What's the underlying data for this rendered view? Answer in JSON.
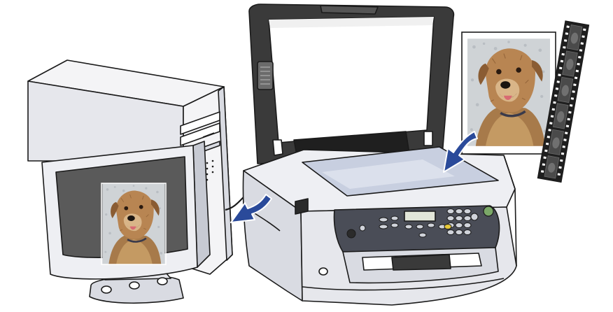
{
  "illustration": {
    "items": [
      "computer-tower",
      "monitor",
      "scanner",
      "photo-print",
      "film-strip"
    ],
    "photo_subject": "dog",
    "arrows": [
      "photo-to-scanner-arrow",
      "scanner-to-computer-arrow"
    ],
    "colors": {
      "outline": "#1a1a1a",
      "body_light": "#f4f4f6",
      "body_mid": "#d9dbe2",
      "body_shadow": "#b8bbc6",
      "screen_gray": "#5a5a5a",
      "glass": "#c8cfe0",
      "control_panel": "#4a4d57",
      "arrow_blue": "#2a4a9a",
      "lid_dark": "#2b2b2b"
    }
  }
}
